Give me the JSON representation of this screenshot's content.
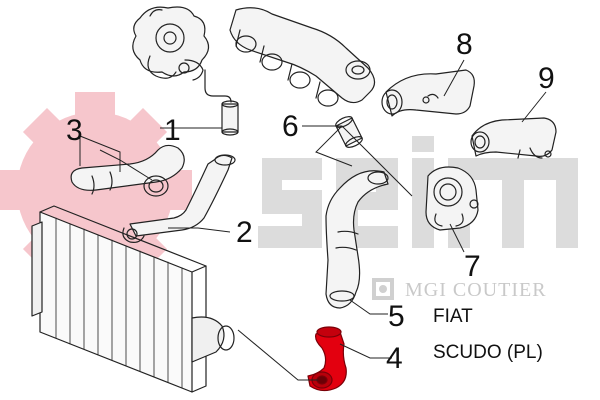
{
  "callouts": [
    "1",
    "2",
    "3",
    "4",
    "5",
    "6",
    "7",
    "8",
    "9"
  ],
  "caption": {
    "make": "FIAT",
    "model": "SCUDO (PL)"
  },
  "watermark": {
    "logo_text": "seim",
    "subtitle": "MGI COUTIER"
  },
  "colors": {
    "highlight_part": "#e3000f",
    "watermark_gear": "#f6c6cc",
    "watermark_text": "#dcdcdc",
    "line_art": "#222222"
  }
}
